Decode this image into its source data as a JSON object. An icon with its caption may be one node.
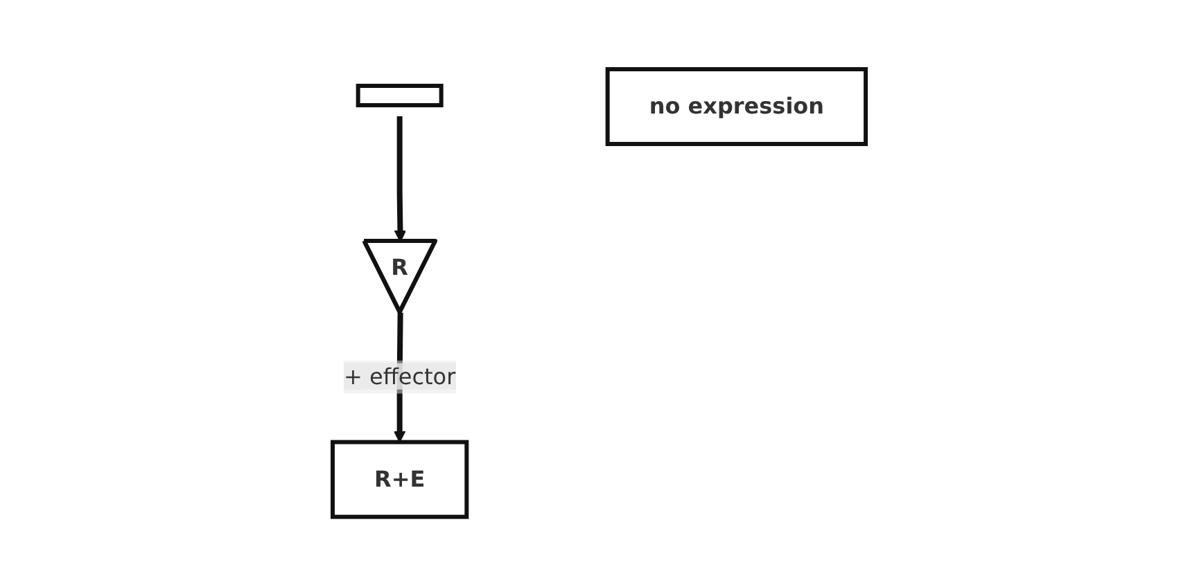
{
  "diagram": {
    "nodes": [
      {
        "text": [],
        "shape": "bar"
      },
      {
        "text": [
          "no expression"
        ]
      },
      {
        "text": [
          "R"
        ]
      },
      {
        "text": [
          "R+E"
        ]
      }
    ],
    "edges": [
      {
        "from": 0,
        "to": 2,
        "arrow": "to"
      },
      {
        "from": 2,
        "to": 3,
        "label": "+ effector",
        "arrow": "to"
      }
    ]
  }
}
